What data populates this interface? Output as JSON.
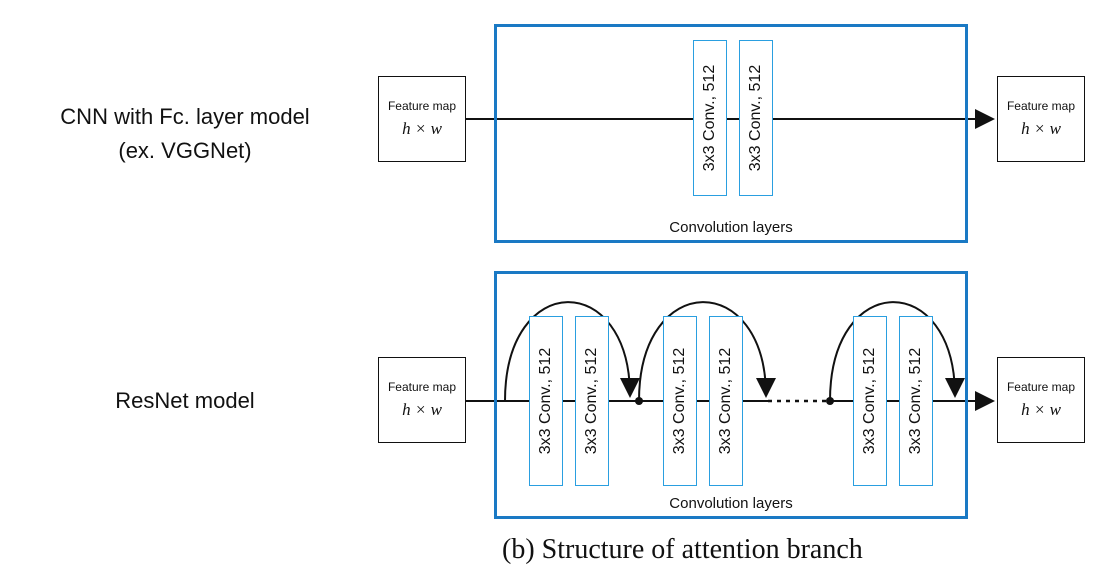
{
  "rows": [
    {
      "label_lines": [
        "CNN with Fc. layer model",
        "(ex. VGGNet)"
      ],
      "input_map": {
        "title": "Feature map",
        "dims": "h × w"
      },
      "output_map": {
        "title": "Feature map",
        "dims": "h × w"
      },
      "group_label": "Convolution layers",
      "conv_blocks": [
        "3x3 Conv., 512",
        "3x3 Conv., 512"
      ]
    },
    {
      "label_lines": [
        "ResNet model"
      ],
      "input_map": {
        "title": "Feature map",
        "dims": "h × w"
      },
      "output_map": {
        "title": "Feature map",
        "dims": "h × w"
      },
      "group_label": "Convolution layers",
      "conv_blocks": [
        "3x3 Conv., 512",
        "3x3 Conv., 512",
        "3x3 Conv., 512",
        "3x3 Conv., 512",
        "3x3 Conv., 512",
        "3x3 Conv., 512"
      ]
    }
  ],
  "caption": "(b) Structure of attention branch",
  "colors": {
    "group_border": "#1a79c4",
    "conv_border": "#2a9fe0",
    "line": "#111111"
  }
}
